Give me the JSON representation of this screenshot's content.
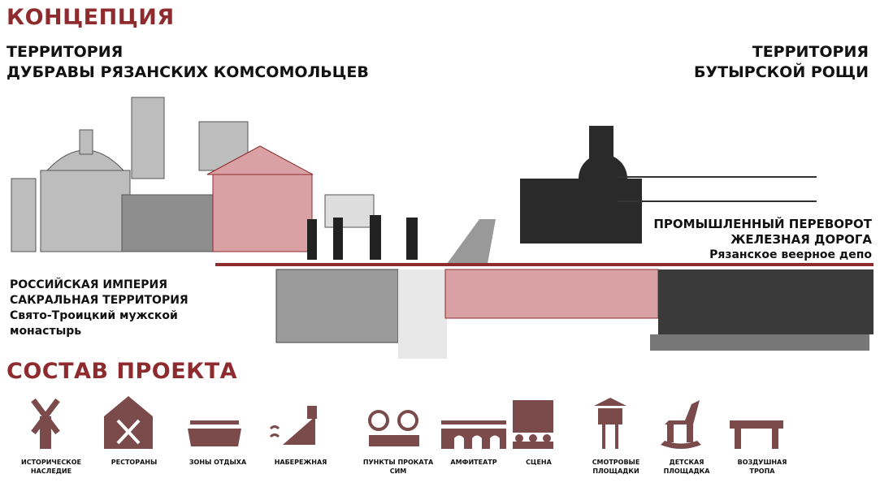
{
  "concept": {
    "title": "КОНЦЕПЦИЯ",
    "left_territory": [
      "ТЕРРИТОРИЯ",
      "ДУБРАВЫ РЯЗАНСКИХ КОМСОМОЛЬЦЕВ"
    ],
    "right_territory": [
      "ТЕРРИТОРИЯ",
      "БУТЫРСКОЙ РОЩИ"
    ],
    "left_caption": [
      "РОССИЙСКАЯ ИМПЕРИЯ",
      "САКРАЛЬНАЯ ТЕРРИТОРИЯ",
      "Свято-Троицкий мужской",
      "монастырь"
    ],
    "right_caption": [
      "ПРОМЫШЛЕННЫЙ ПЕРЕВОРОТ",
      "ЖЕЛЕЗНАЯ ДОРОГА",
      "Рязанское веерное депо"
    ]
  },
  "composition": {
    "title": "СОСТАВ ПРОЕКТА",
    "items": [
      {
        "icon": "windmill-icon",
        "label": "ИСТОРИЧЕСКОЕ НАСЛЕДИЕ"
      },
      {
        "icon": "restaurant-icon",
        "label": "РЕСТОРАНЫ"
      },
      {
        "icon": "canopy-icon",
        "label": "ЗОНЫ ОТДЫХА"
      },
      {
        "icon": "embankment-icon",
        "label": "НАБЕРЕЖНАЯ"
      },
      {
        "icon": "bicycle-icon",
        "label": "ПУНКТЫ ПРОКАТА СИМ"
      },
      {
        "icon": "amphitheater-icon",
        "label": "АМФИТЕАТР"
      },
      {
        "icon": "stage-icon",
        "label": "СЦЕНА"
      },
      {
        "icon": "lookout-icon",
        "label": "СМОТРОВЫЕ ПЛОЩАДКИ"
      },
      {
        "icon": "rocking-horse-icon",
        "label": "ДЕТСКАЯ ПЛОЩАДКА"
      },
      {
        "icon": "bridge-icon",
        "label": "ВОЗДУШНАЯ ТРОПА"
      }
    ]
  },
  "colors": {
    "accent": "#8e2b2e",
    "icon": "#7b4a4b"
  }
}
